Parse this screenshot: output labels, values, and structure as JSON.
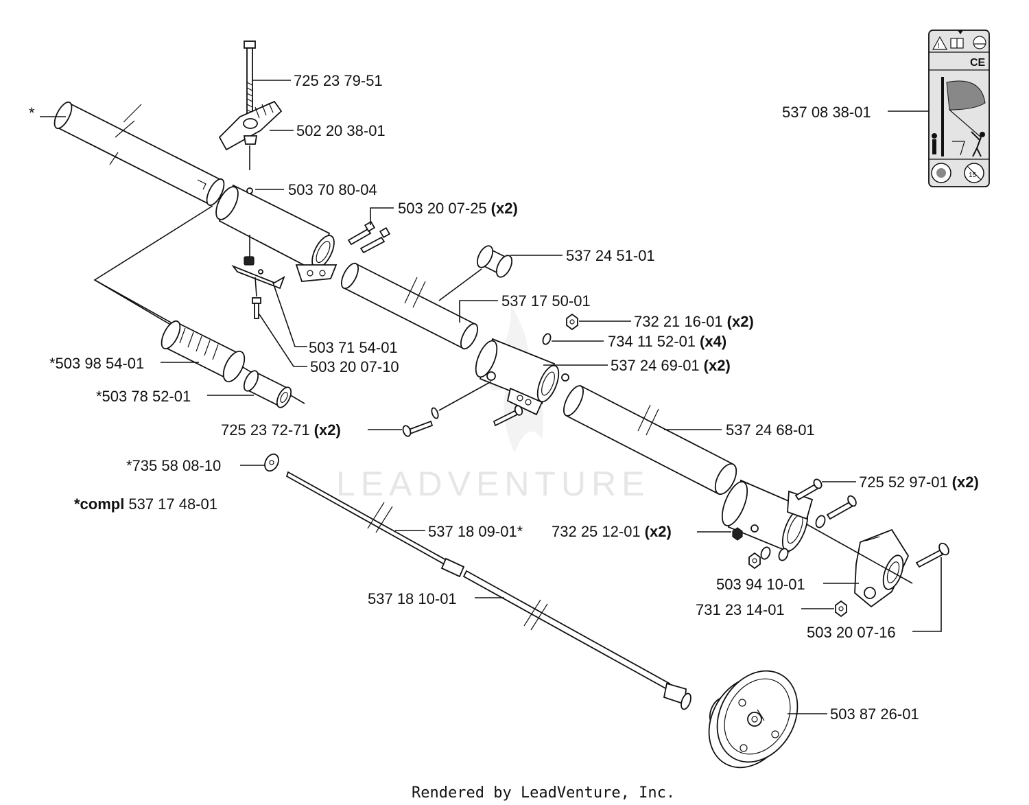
{
  "diagram": {
    "labels": {
      "asterisk": "*",
      "p725_23_79_51": "725 23 79-51",
      "p502_20_38_01": "502 20 38-01",
      "p503_70_80_04": "503 70 80-04",
      "p503_20_07_25": "503 20 07-25",
      "p537_24_51_01": "537 24 51-01",
      "p537_17_50_01": "537 17 50-01",
      "p732_21_16_01": "732 21 16-01",
      "p734_11_52_01": "734 11 52-01",
      "p537_24_69_01": "537 24 69-01",
      "p503_71_54_01": "503 71 54-01",
      "p503_20_07_10": "503 20 07-10",
      "p503_98_54_01": "*503 98 54-01",
      "p503_78_52_01": "*503 78 52-01",
      "p725_23_72_71": "725 23 72-71",
      "p537_24_68_01": "537 24 68-01",
      "p735_58_08_10": "*735 58 08-10",
      "compl_prefix": "*compl",
      "compl_number": "537 17 48-01",
      "p725_52_97_01": "725 52 97-01",
      "p537_18_09_01": "537 18 09-01*",
      "p732_25_12_01": "732 25 12-01",
      "p503_94_10_01": "503 94 10-01",
      "p731_23_14_01": "731 23 14-01",
      "p537_18_10_01": "537 18 10-01",
      "p503_20_07_16": "503 20 07-16",
      "p503_87_26_01": "503 87 26-01",
      "p537_08_38_01": "537 08 38-01"
    },
    "qty": {
      "x2": "(x2)",
      "x4": "(x4)"
    },
    "decal": {
      "ce_mark": "CE"
    },
    "watermark": "LEADVENTURE",
    "footer": "Rendered by LeadVenture, Inc."
  }
}
